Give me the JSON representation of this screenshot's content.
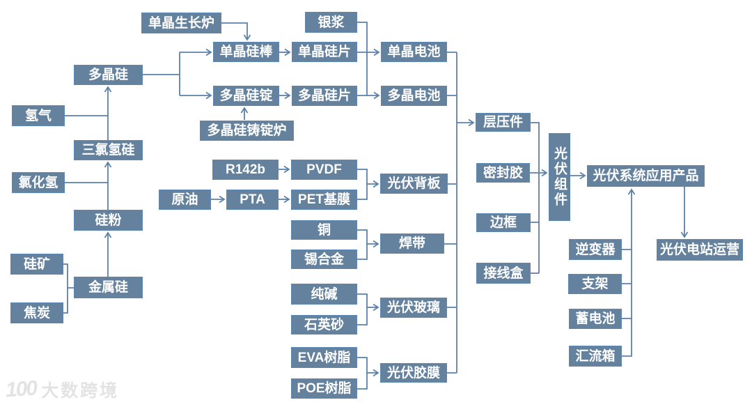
{
  "diagram": {
    "type": "flowchart",
    "subject": "photovoltaic-industry-chain",
    "colors": {
      "node_fill": "#64819E",
      "node_border": "#5D88B6",
      "connector": "#5B81A9",
      "node_text": "#FFFFFF",
      "watermark": "#E3E3E3"
    },
    "nodes": {
      "hydrogen": "氢气",
      "hydrogen_chloride": "氯化氢",
      "silicon_ore": "硅矿",
      "coke": "焦炭",
      "polysilicon": "多晶硅",
      "trichlorosilane": "三氯氢硅",
      "silicon_powder": "硅粉",
      "metallic_silicon": "金属硅",
      "mono_growth_furnace": "单晶生长炉",
      "poly_ingot_furnace": "多晶硅铸锭炉",
      "mono_rod": "单晶硅棒",
      "poly_ingot": "多晶硅锭",
      "silver_paste": "银浆",
      "mono_wafer": "单晶硅片",
      "poly_wafer": "多晶硅片",
      "mono_cell": "单晶电池",
      "poly_cell": "多晶电池",
      "r142b": "R142b",
      "crude_oil": "原油",
      "pta": "PTA",
      "pvdf": "PVDF",
      "pet_film": "PET基膜",
      "pv_backsheet": "光伏背板",
      "copper": "铜",
      "tin_alloy": "锡合金",
      "ribbon": "焊带",
      "soda_ash": "纯碱",
      "quartz_sand": "石英砂",
      "pv_glass": "光伏玻璃",
      "eva_resin": "EVA树脂",
      "poe_resin": "POE树脂",
      "pv_film": "光伏胶膜",
      "laminate": "层压件",
      "sealant": "密封胶",
      "frame": "边框",
      "junction_box": "接线盒",
      "pv_module": "光伏组件",
      "pv_system": "光伏系统应用产品",
      "inverter": "逆变器",
      "bracket": "支架",
      "battery": "蓄电池",
      "combiner_box": "汇流箱",
      "pv_plant": "光伏电站运营"
    },
    "edges": [
      [
        "silicon_ore",
        "metallic_silicon"
      ],
      [
        "coke",
        "metallic_silicon"
      ],
      [
        "metallic_silicon",
        "silicon_powder"
      ],
      [
        "silicon_powder",
        "trichlorosilane"
      ],
      [
        "hydrogen_chloride",
        "trichlorosilane"
      ],
      [
        "trichlorosilane",
        "polysilicon"
      ],
      [
        "hydrogen",
        "polysilicon"
      ],
      [
        "polysilicon",
        "mono_rod"
      ],
      [
        "polysilicon",
        "poly_ingot"
      ],
      [
        "mono_growth_furnace",
        "mono_rod"
      ],
      [
        "poly_ingot_furnace",
        "poly_ingot"
      ],
      [
        "mono_rod",
        "mono_wafer"
      ],
      [
        "poly_ingot",
        "poly_wafer"
      ],
      [
        "mono_wafer",
        "mono_cell"
      ],
      [
        "poly_wafer",
        "poly_cell"
      ],
      [
        "silver_paste",
        "mono_cell"
      ],
      [
        "silver_paste",
        "poly_cell"
      ],
      [
        "crude_oil",
        "pta"
      ],
      [
        "pta",
        "pet_film"
      ],
      [
        "r142b",
        "pvdf"
      ],
      [
        "pvdf",
        "pv_backsheet"
      ],
      [
        "pet_film",
        "pv_backsheet"
      ],
      [
        "copper",
        "ribbon"
      ],
      [
        "tin_alloy",
        "ribbon"
      ],
      [
        "soda_ash",
        "pv_glass"
      ],
      [
        "quartz_sand",
        "pv_glass"
      ],
      [
        "eva_resin",
        "pv_film"
      ],
      [
        "poe_resin",
        "pv_film"
      ],
      [
        "mono_cell",
        "laminate"
      ],
      [
        "poly_cell",
        "laminate"
      ],
      [
        "pv_backsheet",
        "laminate"
      ],
      [
        "ribbon",
        "laminate"
      ],
      [
        "pv_glass",
        "laminate"
      ],
      [
        "pv_film",
        "laminate"
      ],
      [
        "laminate",
        "pv_module"
      ],
      [
        "sealant",
        "pv_module"
      ],
      [
        "frame",
        "pv_module"
      ],
      [
        "junction_box",
        "pv_module"
      ],
      [
        "pv_module",
        "pv_system"
      ],
      [
        "inverter",
        "pv_system"
      ],
      [
        "bracket",
        "pv_system"
      ],
      [
        "battery",
        "pv_system"
      ],
      [
        "combiner_box",
        "pv_system"
      ],
      [
        "pv_system",
        "pv_plant"
      ]
    ]
  },
  "watermark": {
    "logo": "100",
    "text": "大数跨境"
  }
}
